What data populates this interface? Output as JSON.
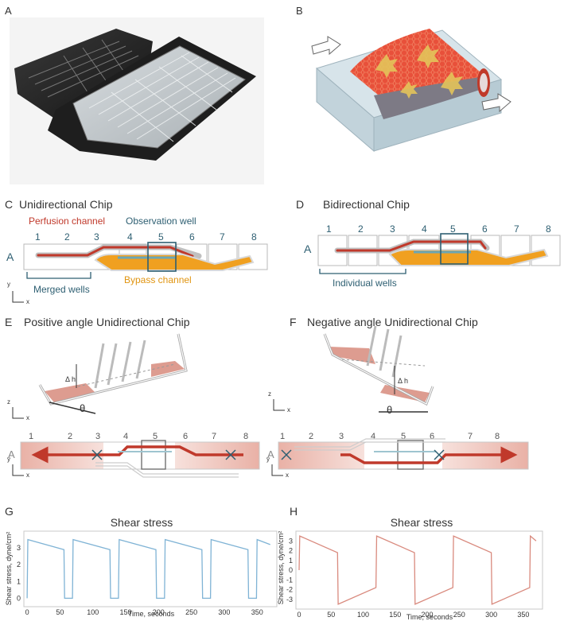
{
  "panels": {
    "A": {
      "letter": "A"
    },
    "B": {
      "letter": "B"
    },
    "C": {
      "letter": "C",
      "title": "Unidirectional Chip",
      "perfusion": "Perfusion channel",
      "observation": "Observation well",
      "bypass": "Bypass channel",
      "merged": "Merged wells",
      "row": "A",
      "numbers": [
        "1",
        "2",
        "3",
        "4",
        "5",
        "6",
        "7",
        "8"
      ],
      "axis_y": "y",
      "axis_x": "x"
    },
    "D": {
      "letter": "D",
      "title": "Bidirectional Chip",
      "individual": "Individual wells",
      "row": "A",
      "numbers": [
        "1",
        "2",
        "3",
        "4",
        "5",
        "6",
        "7",
        "8"
      ]
    },
    "E": {
      "letter": "E",
      "title": "Positive angle Unidirectional Chip",
      "dh": "Δ h",
      "theta": "θ",
      "axis_z": "z",
      "axis_x": "x",
      "axis_y": "y",
      "row": "A",
      "numbers": [
        "1",
        "2",
        "3",
        "4",
        "5",
        "6",
        "7",
        "8"
      ]
    },
    "F": {
      "letter": "F",
      "title": "Negative angle Unidirectional Chip",
      "dh": "Δ h",
      "theta": "θ",
      "axis_z": "z",
      "axis_x": "x",
      "axis_y": "y",
      "row": "A",
      "numbers": [
        "1",
        "2",
        "3",
        "4",
        "5",
        "6",
        "7",
        "8"
      ]
    },
    "G": {
      "letter": "G"
    },
    "H": {
      "letter": "H"
    }
  },
  "colors": {
    "perfusion": "#c0392b",
    "observation": "#2e5f72",
    "bypass": "#f0a020",
    "chartG": "#7fb3d5",
    "chartH": "#d98a7e"
  },
  "chart_data": [
    {
      "type": "line",
      "title": "Shear stress",
      "xlabel": "Time, seconds",
      "ylabel": "Shear stress, dyne/cm²",
      "xlim": [
        -5,
        380
      ],
      "ylim": [
        -0.5,
        4
      ],
      "xticks": [
        0,
        50,
        100,
        150,
        200,
        250,
        300,
        350
      ],
      "yticks": [
        0,
        1,
        2,
        3
      ],
      "grid": false,
      "x": [
        0,
        1,
        56,
        57,
        69,
        70,
        126,
        127,
        139,
        140,
        196,
        197,
        209,
        210,
        266,
        267,
        279,
        280,
        336,
        337,
        349,
        350,
        370
      ],
      "y": [
        0,
        3.5,
        2.9,
        0,
        0,
        3.5,
        2.9,
        0,
        0,
        3.5,
        2.9,
        0,
        0,
        3.5,
        2.9,
        0,
        0,
        3.5,
        2.9,
        0,
        0,
        3.5,
        3.2
      ]
    },
    {
      "type": "line",
      "title": "Shear stress",
      "xlabel": "Time, seconds",
      "ylabel": "Shear stress,  dyne/cm²",
      "xlim": [
        -5,
        380
      ],
      "ylim": [
        -4,
        4
      ],
      "xticks": [
        0,
        50,
        100,
        150,
        200,
        250,
        300,
        350
      ],
      "yticks": [
        3,
        2,
        1,
        0,
        -1,
        -2,
        -3
      ],
      "grid": false,
      "x": [
        0,
        1,
        60,
        61,
        120,
        121,
        180,
        181,
        240,
        241,
        300,
        301,
        360,
        361,
        370
      ],
      "y": [
        0,
        3.5,
        1.8,
        -3.5,
        -1.8,
        3.5,
        1.8,
        -3.5,
        -1.8,
        3.5,
        1.8,
        -3.5,
        -1.8,
        3.5,
        3.0
      ]
    }
  ]
}
